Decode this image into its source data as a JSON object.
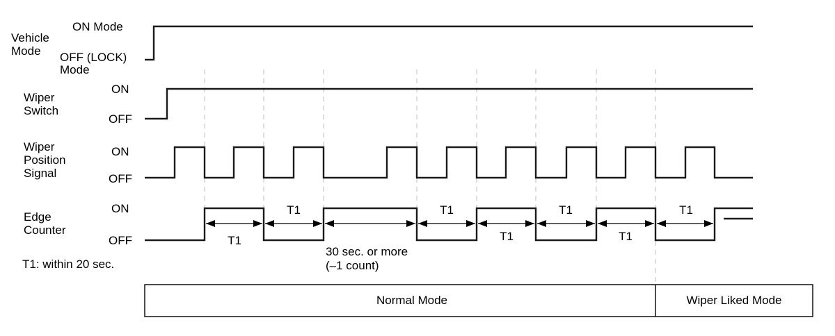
{
  "colors": {
    "line": "#1a1a1a",
    "guide": "#c4c4c4",
    "background": "#ffffff"
  },
  "signals": [
    {
      "id": "vehicle",
      "title": [
        "Vehicle",
        "Mode"
      ],
      "high_label": "ON Mode",
      "low_label": [
        "OFF (LOCK)",
        "Mode"
      ]
    },
    {
      "id": "switch",
      "title": [
        "Wiper",
        "Switch"
      ],
      "high_label": "ON",
      "low_label": [
        "OFF"
      ]
    },
    {
      "id": "position",
      "title": [
        "Wiper",
        "Position",
        "Signal"
      ],
      "high_label": "ON",
      "low_label": [
        "OFF"
      ]
    },
    {
      "id": "counter",
      "title": [
        "Edge",
        "Counter"
      ],
      "high_label": "ON",
      "low_label": [
        "OFF"
      ]
    }
  ],
  "intervals": [
    {
      "label": "T1",
      "side": "below"
    },
    {
      "label": "T1",
      "side": "above"
    },
    {
      "label": "",
      "side": "below"
    },
    {
      "label": "T1",
      "side": "above"
    },
    {
      "label": "T1",
      "side": "below"
    },
    {
      "label": "T1",
      "side": "above"
    },
    {
      "label": "T1",
      "side": "below"
    },
    {
      "label": "T1",
      "side": "above"
    }
  ],
  "long_interval_note": [
    "30 sec. or more",
    "(–1 count)"
  ],
  "t1_note": "T1: within 20 sec.",
  "modes": {
    "normal": "Normal Mode",
    "linked": "Wiper Liked Mode"
  }
}
